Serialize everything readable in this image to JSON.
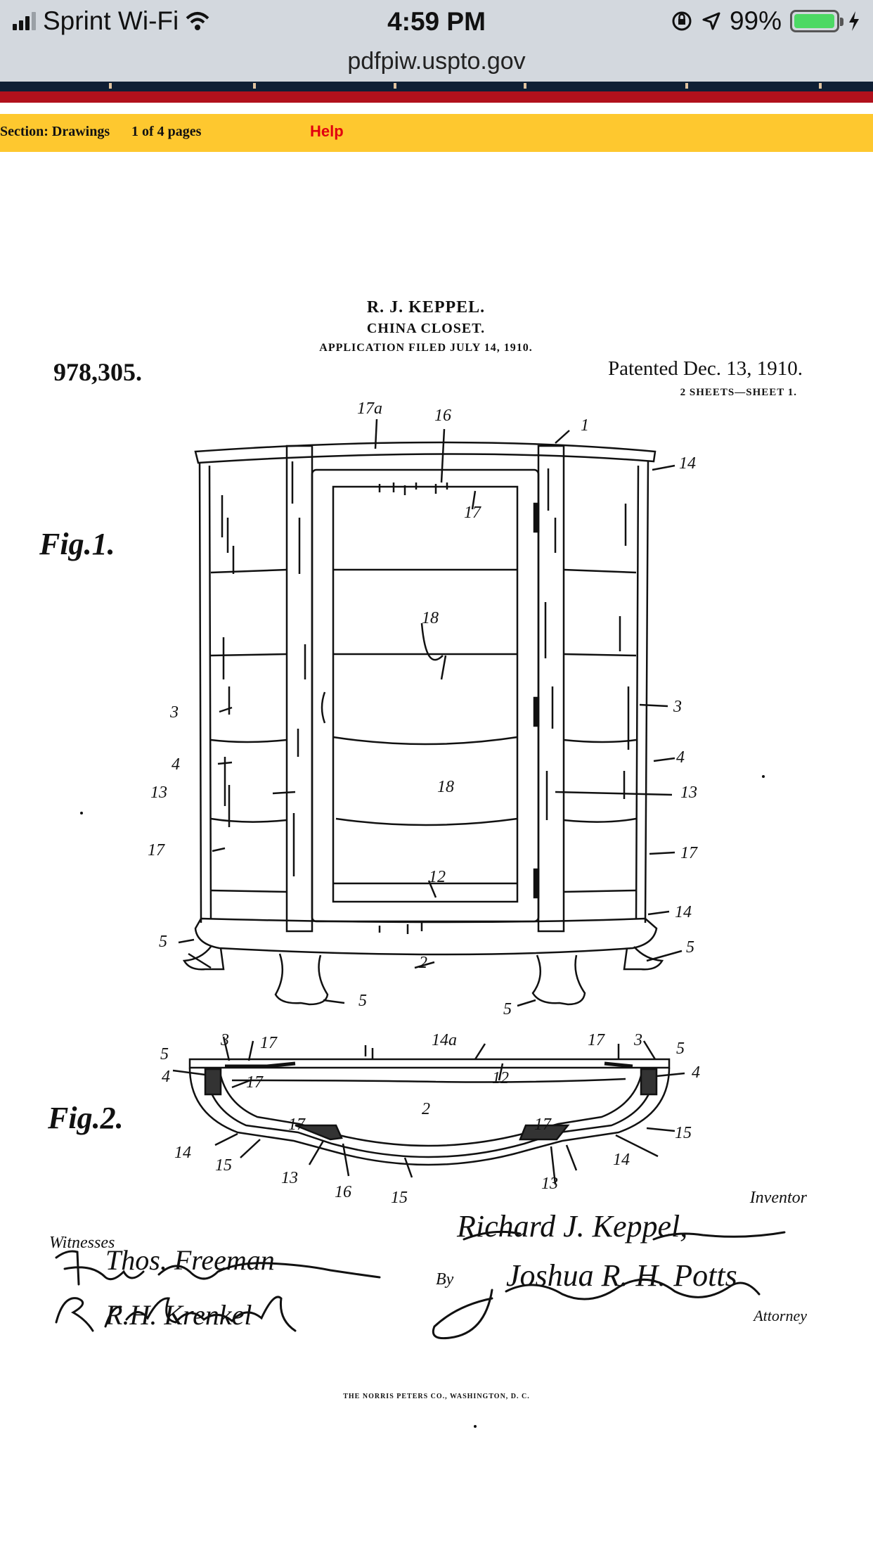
{
  "status_bar": {
    "carrier": "Sprint Wi-Fi",
    "time": "4:59 PM",
    "battery_percent": "99%",
    "battery_level": 0.99,
    "icons": [
      "signal-icon",
      "wifi-icon",
      "orientation-lock-icon",
      "location-icon",
      "battery-icon",
      "charging-icon"
    ]
  },
  "browser": {
    "url": "pdfpiw.uspto.gov"
  },
  "viewer_nav": {
    "section": "Section: Drawings",
    "pages": "1 of 4 pages",
    "help": "Help",
    "colors": {
      "bar": "#fec82f",
      "help": "#e2000f",
      "stripe": "#b1111c",
      "header": "#0f1f35"
    }
  },
  "patent": {
    "inventor_name": "R. J. KEPPEL.",
    "title": "CHINA CLOSET.",
    "application": "APPLICATION FILED JULY 14, 1910.",
    "number": "978,305.",
    "patented": "Patented Dec. 13, 1910.",
    "sheets": "2 SHEETS—SHEET 1.",
    "fig1": "Fig.1.",
    "fig2": "Fig.2.",
    "inventor_caption": "Inventor",
    "inventor_signature": "Richard J. Keppel,",
    "witnesses_caption": "Witnesses",
    "witness_signatures": [
      "Thos. Freeman",
      "R.H. Krenkel"
    ],
    "by": "By",
    "attorney_signature": "Joshua R. H. Potts",
    "attorney_caption": "Attorney",
    "footer": "THE NORRIS PETERS CO., WASHINGTON, D. C.",
    "fig1_labels": {
      "l17a": "17a",
      "l16": "16",
      "l1": "1",
      "l14_top": "14",
      "l17_top": "17",
      "l18_up": "18",
      "l3_left": "3",
      "l3_right": "3",
      "l4_left": "4",
      "l4_right": "4",
      "l18_low": "18",
      "l13_left": "13",
      "l13_right": "13",
      "l17_left": "17",
      "l17_right": "17",
      "l12": "12",
      "l14_bottom": "14",
      "l5_left": "5",
      "l5_right": "5",
      "l2": "2",
      "l5_mid": "5",
      "l5_bottom": "5"
    },
    "fig2_labels": {
      "l5_tl": "5",
      "l3_tl": "3",
      "l17_tl": "17",
      "l14a": "14a",
      "l17_tr": "17",
      "l3_tr": "3",
      "l5_tr": "5",
      "l4_left": "4",
      "l4_right": "4",
      "l17_left": "17",
      "l12": "12",
      "l2": "2",
      "l17_inner_l": "17",
      "l17_inner_r": "17",
      "l14_left": "14",
      "l15_left": "15",
      "l15_right": "15",
      "l14_right": "14",
      "l13_left": "13",
      "l16": "16",
      "l15_bottom": "15",
      "l13_right": "13"
    }
  }
}
